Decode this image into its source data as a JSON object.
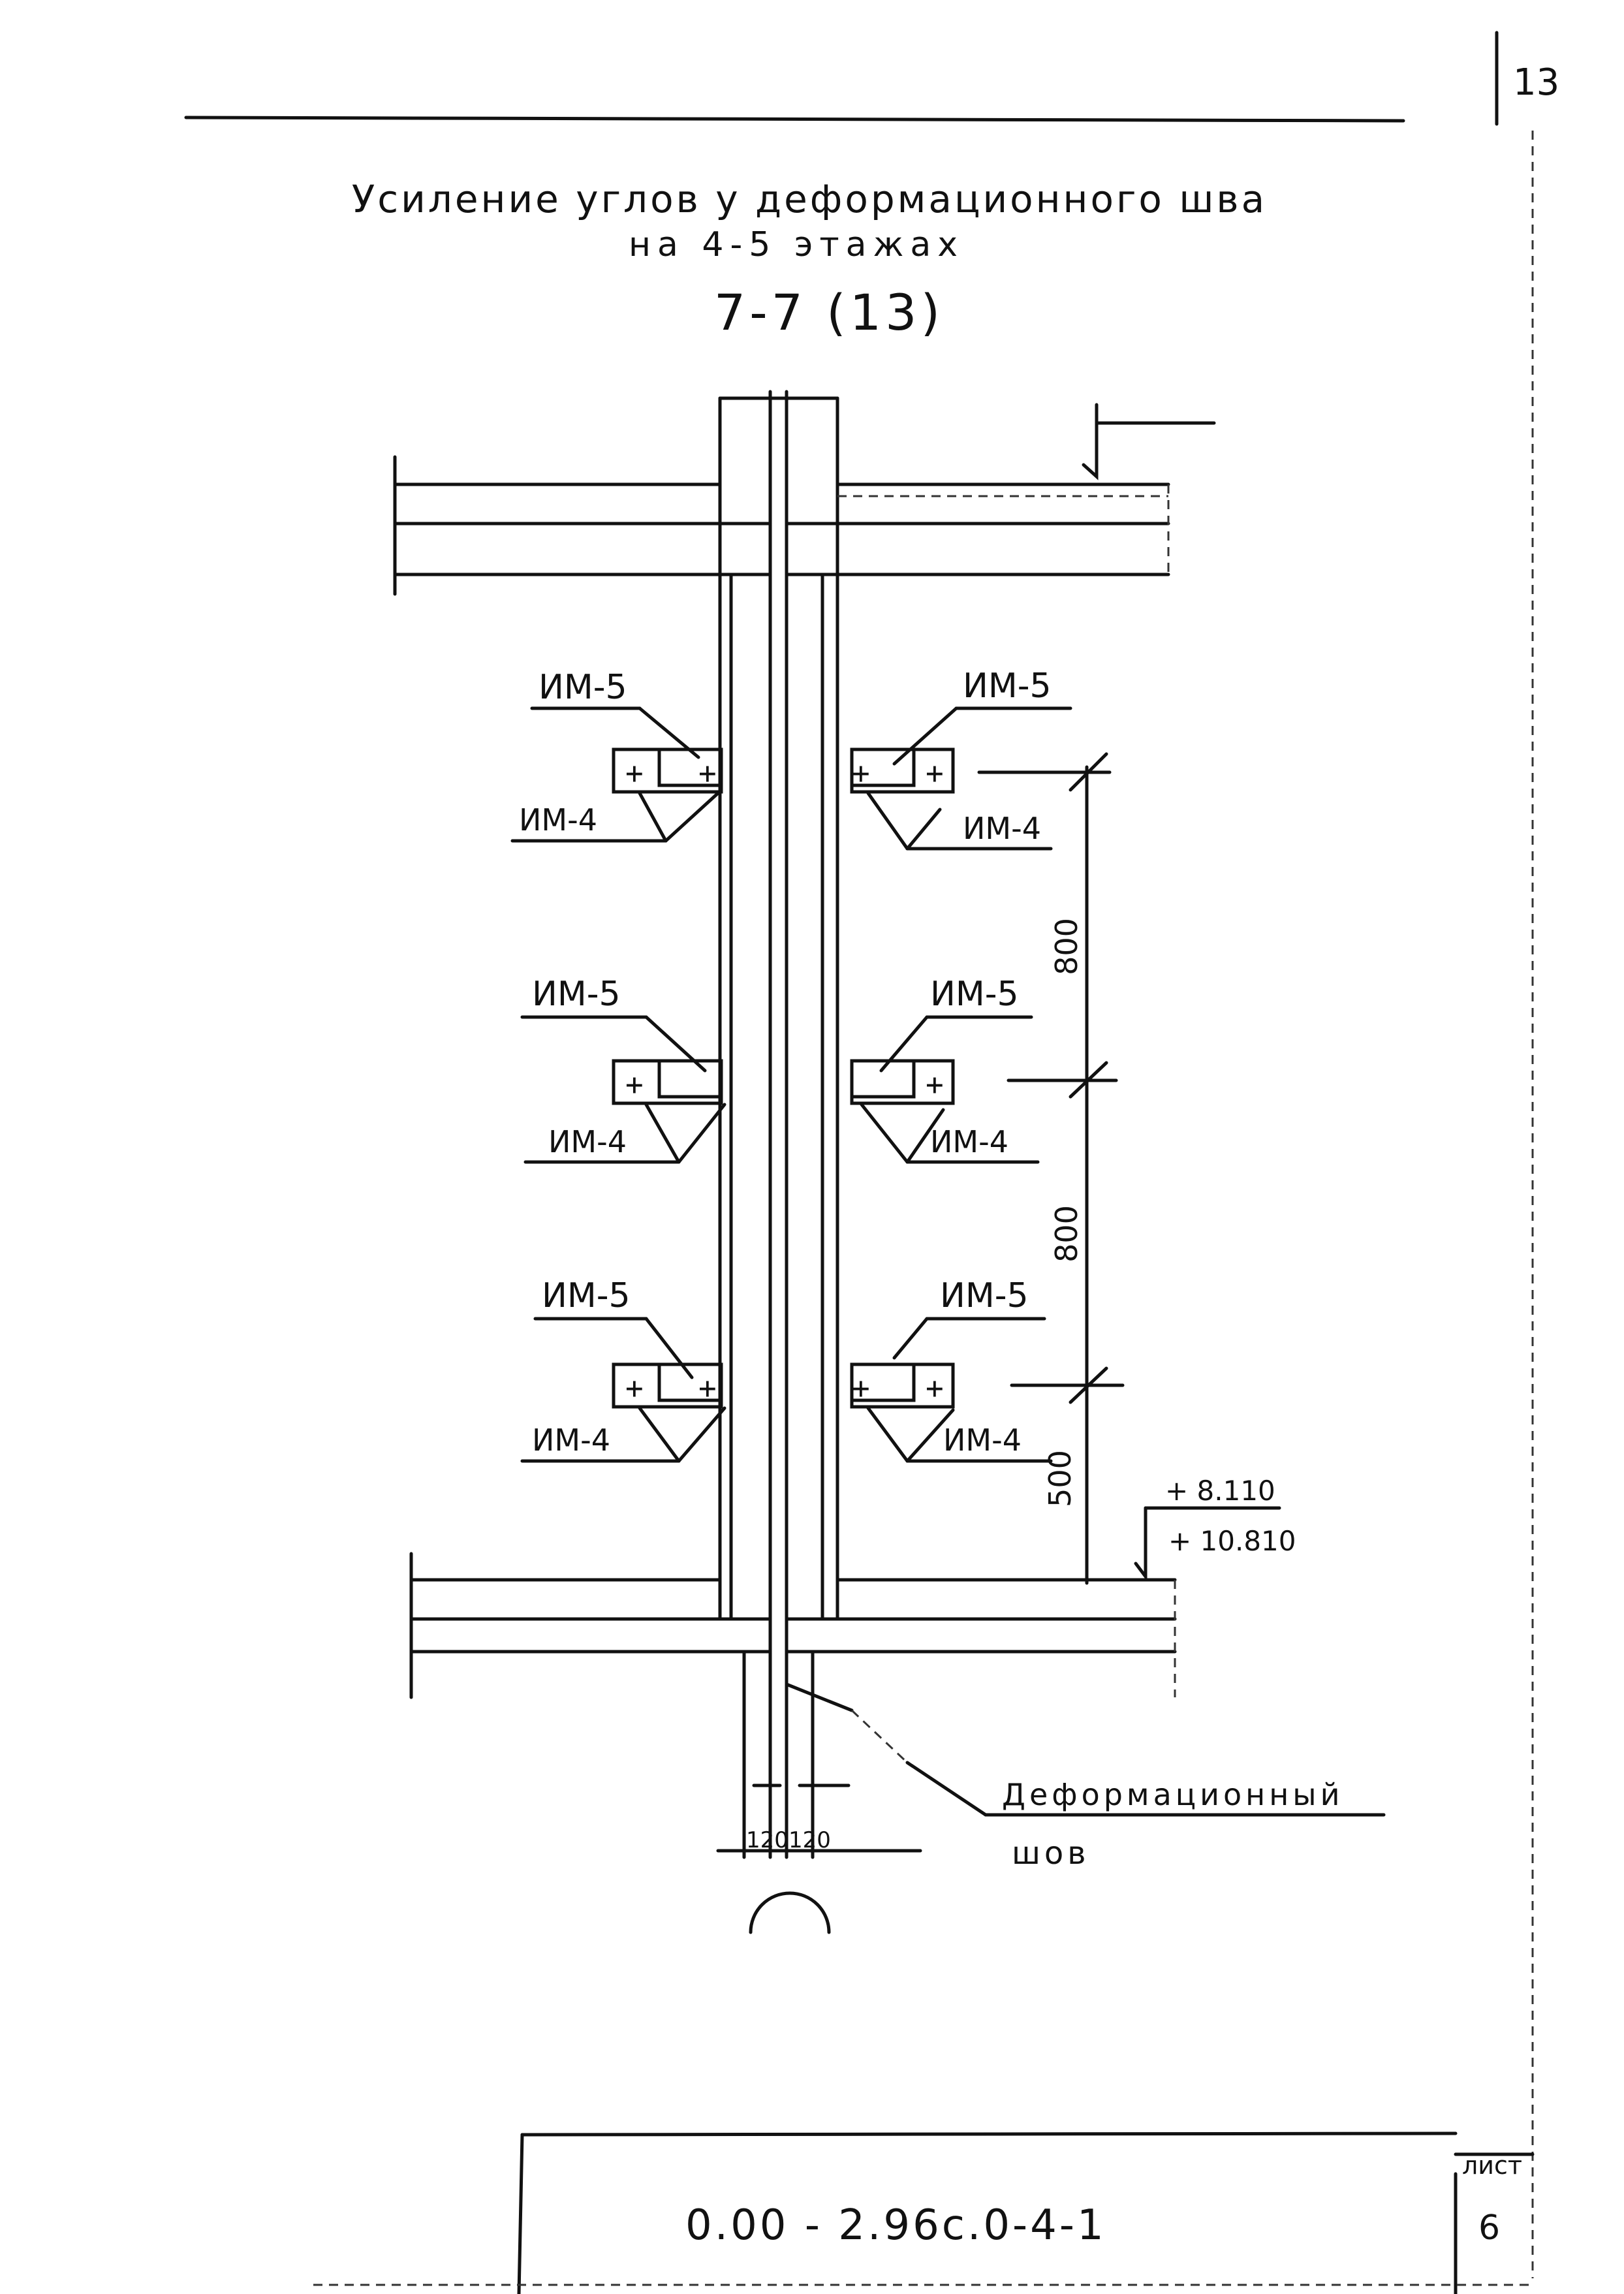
{
  "sheet_corner_number": "13",
  "title_line1": "Усиление углов у деформационного шва",
  "title_line2": "на 4-5 этажах",
  "section_label": "7-7 (13)",
  "left_labels": {
    "top_um5": "ИМ-5",
    "top_um4": "ИМ-4",
    "mid_um5": "ИМ-5",
    "mid_um4": "ИМ-4",
    "bot_um5": "ИМ-5",
    "bot_um4": "ИМ-4"
  },
  "right_labels": {
    "top_um5": "ИМ-5",
    "top_um4": "ИМ-4",
    "mid_um5": "ИМ-5",
    "mid_um4": "ИМ-4",
    "bot_um5": "ИМ-5",
    "bot_um4": "ИМ-4"
  },
  "dimensions": {
    "d1": "800",
    "d2": "800",
    "d3": "500",
    "w_left": "120",
    "w_right": "120"
  },
  "elevations": {
    "upper": "+ 8.110",
    "lower": "+ 10.810"
  },
  "joint_label_line1": "Деформационный",
  "joint_label_line2": "шов",
  "title_block": {
    "sheet_word": "лист",
    "sheet_number": "6",
    "document_code": "0.00 - 2.96с.0-4-1"
  }
}
